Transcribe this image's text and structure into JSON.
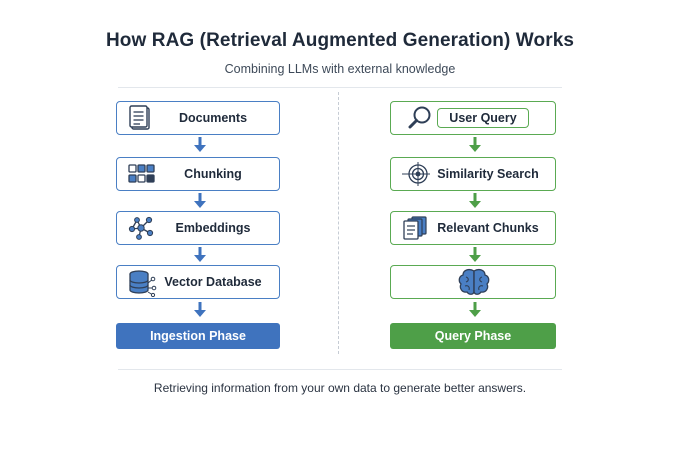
{
  "title": "How RAG (Retrieval Augmented Generation) Works",
  "subtitle": "Combining LLMs with external knowledge",
  "ingestion": {
    "steps": [
      {
        "label": "Documents",
        "icon": "document-icon"
      },
      {
        "label": "Chunking",
        "icon": "grid-icon"
      },
      {
        "label": "Embeddings",
        "icon": "network-icon"
      },
      {
        "label": "Vector Database",
        "icon": "database-icon"
      }
    ],
    "phase_label": "Ingestion Phase",
    "color": "#3f73be"
  },
  "query": {
    "steps": [
      {
        "label": "User Query",
        "icon": "search-icon"
      },
      {
        "label": "Similarity Search",
        "icon": "target-icon"
      },
      {
        "label": "Relevant Chunks",
        "icon": "stacked-documents-icon"
      },
      {
        "label": "",
        "icon": "brain-icon"
      }
    ],
    "phase_label": "Query Phase",
    "color": "#4e9f48"
  },
  "caption": "Retrieving information from your own data to generate better answers."
}
